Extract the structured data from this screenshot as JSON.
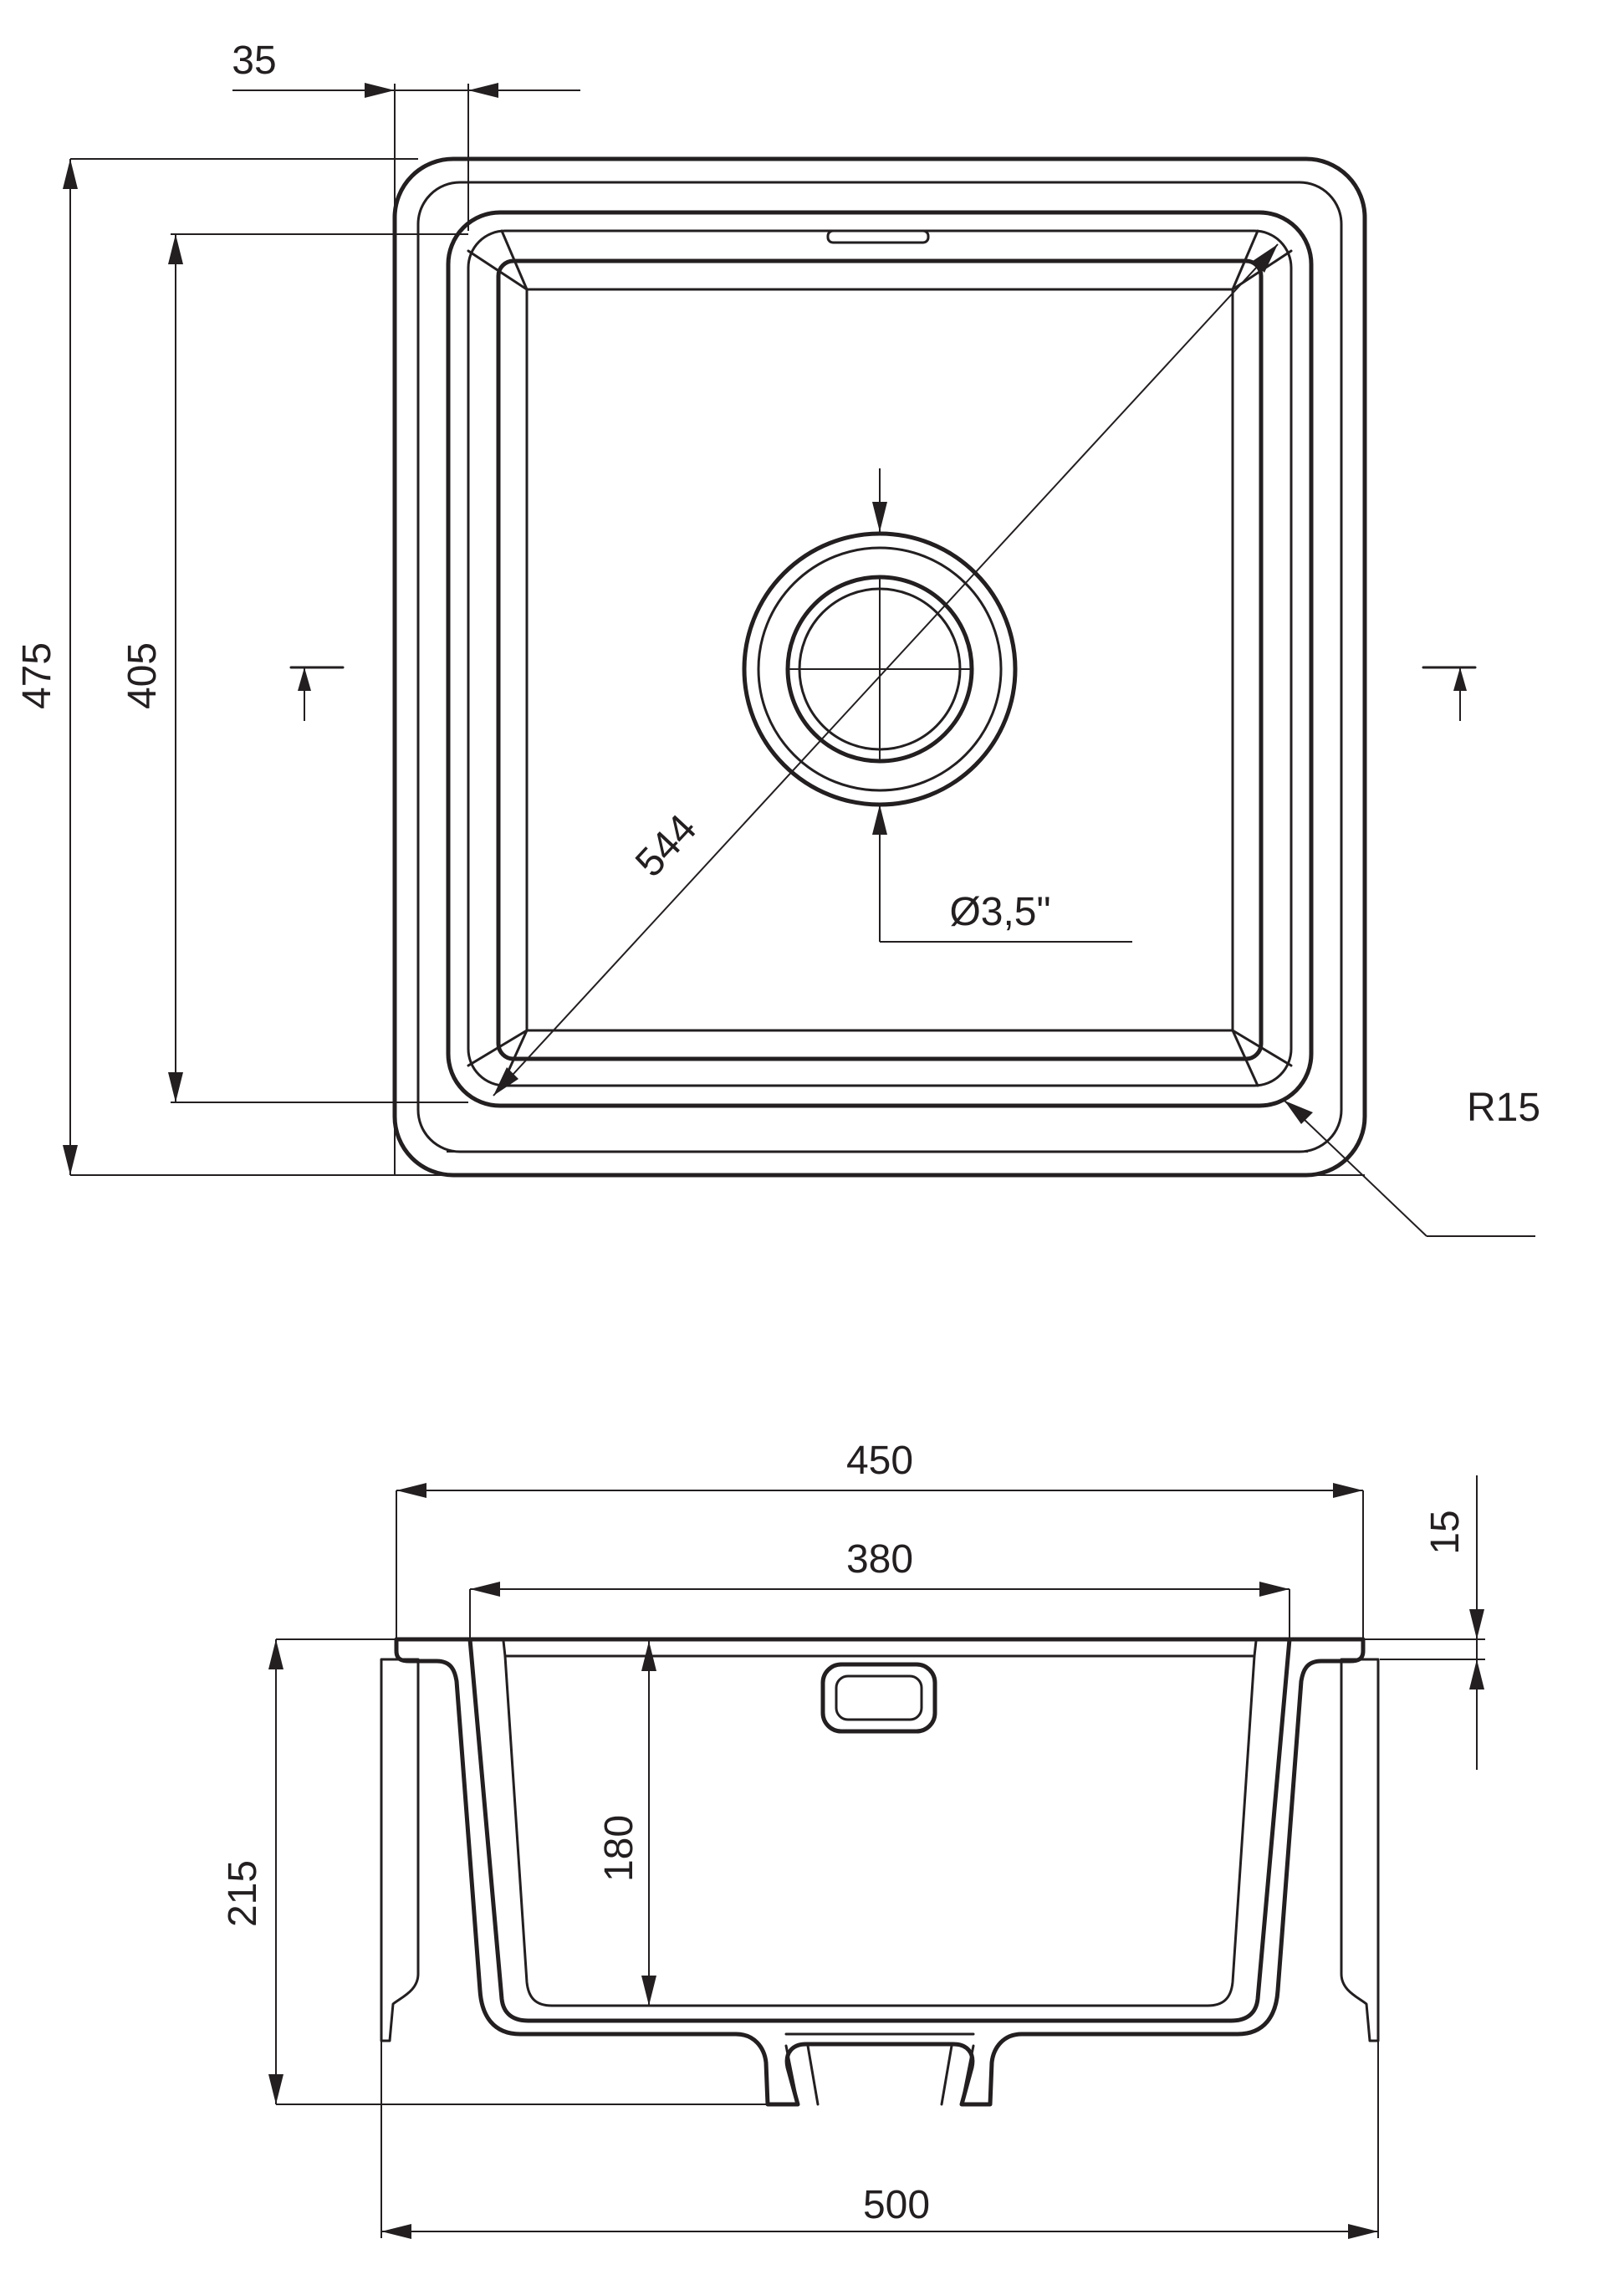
{
  "plan_view": {
    "dim_top_width": "35",
    "dim_outer_height": "475",
    "dim_inner_height": "405",
    "dim_diagonal": "544",
    "dim_drain_diameter": "Ø3,5\"",
    "dim_corner_radius": "R15"
  },
  "section_view": {
    "dim_outer_width": "450",
    "dim_inner_width": "380",
    "dim_flange_thickness": "15",
    "dim_total_height": "215",
    "dim_bowl_depth": "180",
    "dim_cutout_width": "500"
  },
  "colors": {
    "line": "#231f20",
    "background": "#ffffff"
  }
}
